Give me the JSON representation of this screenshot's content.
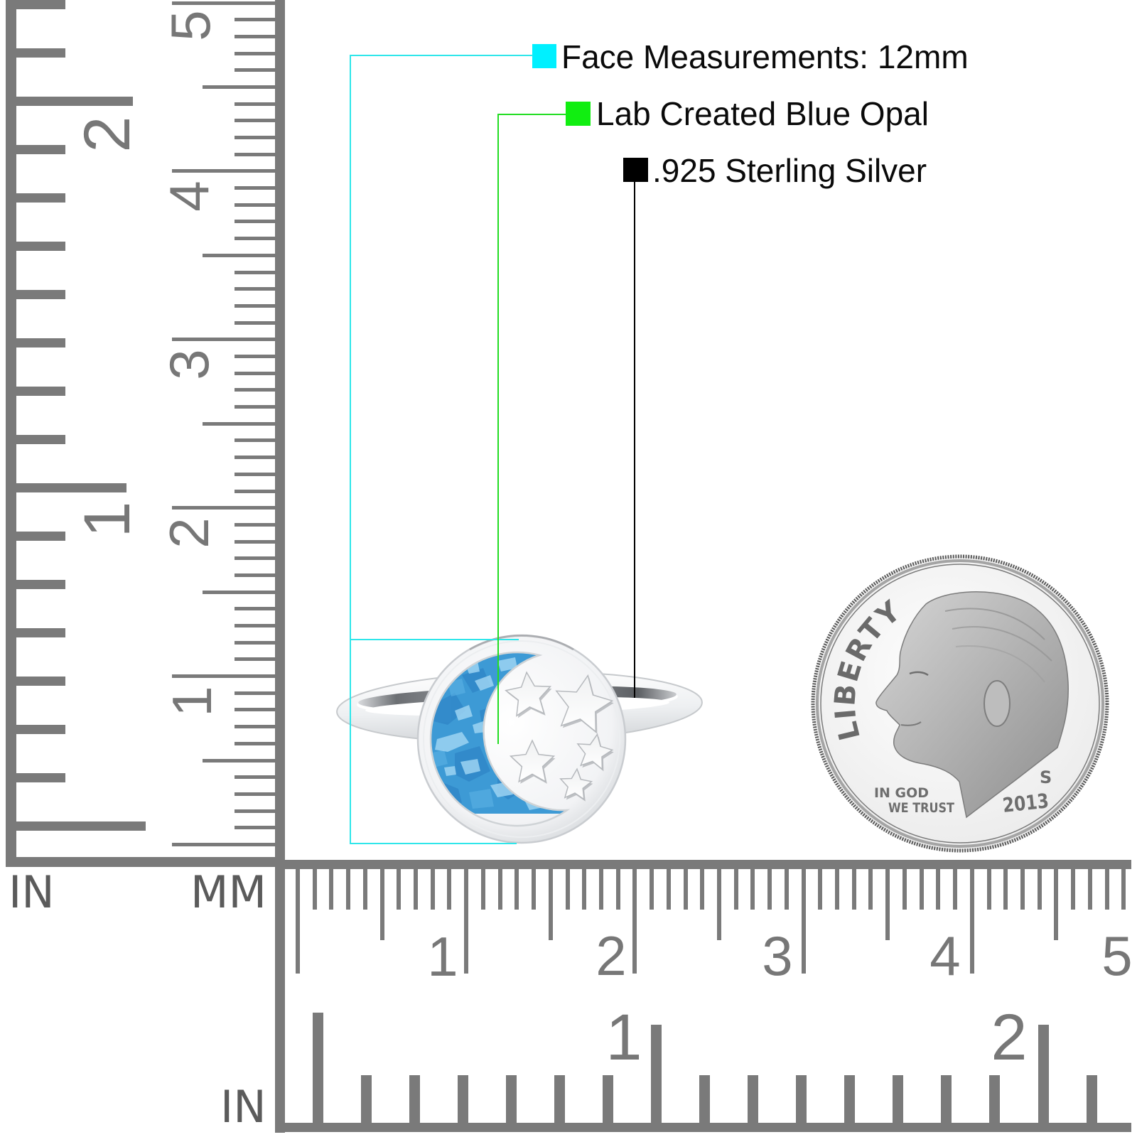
{
  "callouts": [
    {
      "label": "Face Measurements: 12mm",
      "swatch_color": "#00f0ff",
      "line_color": "#2fe6ea"
    },
    {
      "label": "Lab Created Blue Opal",
      "swatch_color": "#11ee11",
      "line_color": "#22dd22"
    },
    {
      "label": ".925 Sterling Silver",
      "swatch_color": "#000000",
      "line_color": "#000000"
    }
  ],
  "rulers": {
    "color": "#7a7a7a",
    "vertical": {
      "unit_in": "IN",
      "unit_mm": "MM",
      "mm_labels": [
        "5",
        "4",
        "3",
        "2",
        "1"
      ],
      "in_labels": [
        "2",
        "1"
      ]
    },
    "horizontal": {
      "unit_in": "IN",
      "mm_labels": [
        "1",
        "2",
        "3",
        "4",
        "5"
      ],
      "in_labels": [
        "1",
        "2"
      ]
    }
  },
  "images": {
    "ring": "ring-moon-stars-image",
    "coin": "dime-coin-image"
  },
  "coin": {
    "legend": "LIBERTY",
    "motto_line1": "IN GOD",
    "motto_line2": "WE TRUST",
    "year": "2013",
    "mint_mark": "S"
  },
  "colors": {
    "opal": "#3d9ad5",
    "silver": "#eef0f2"
  }
}
